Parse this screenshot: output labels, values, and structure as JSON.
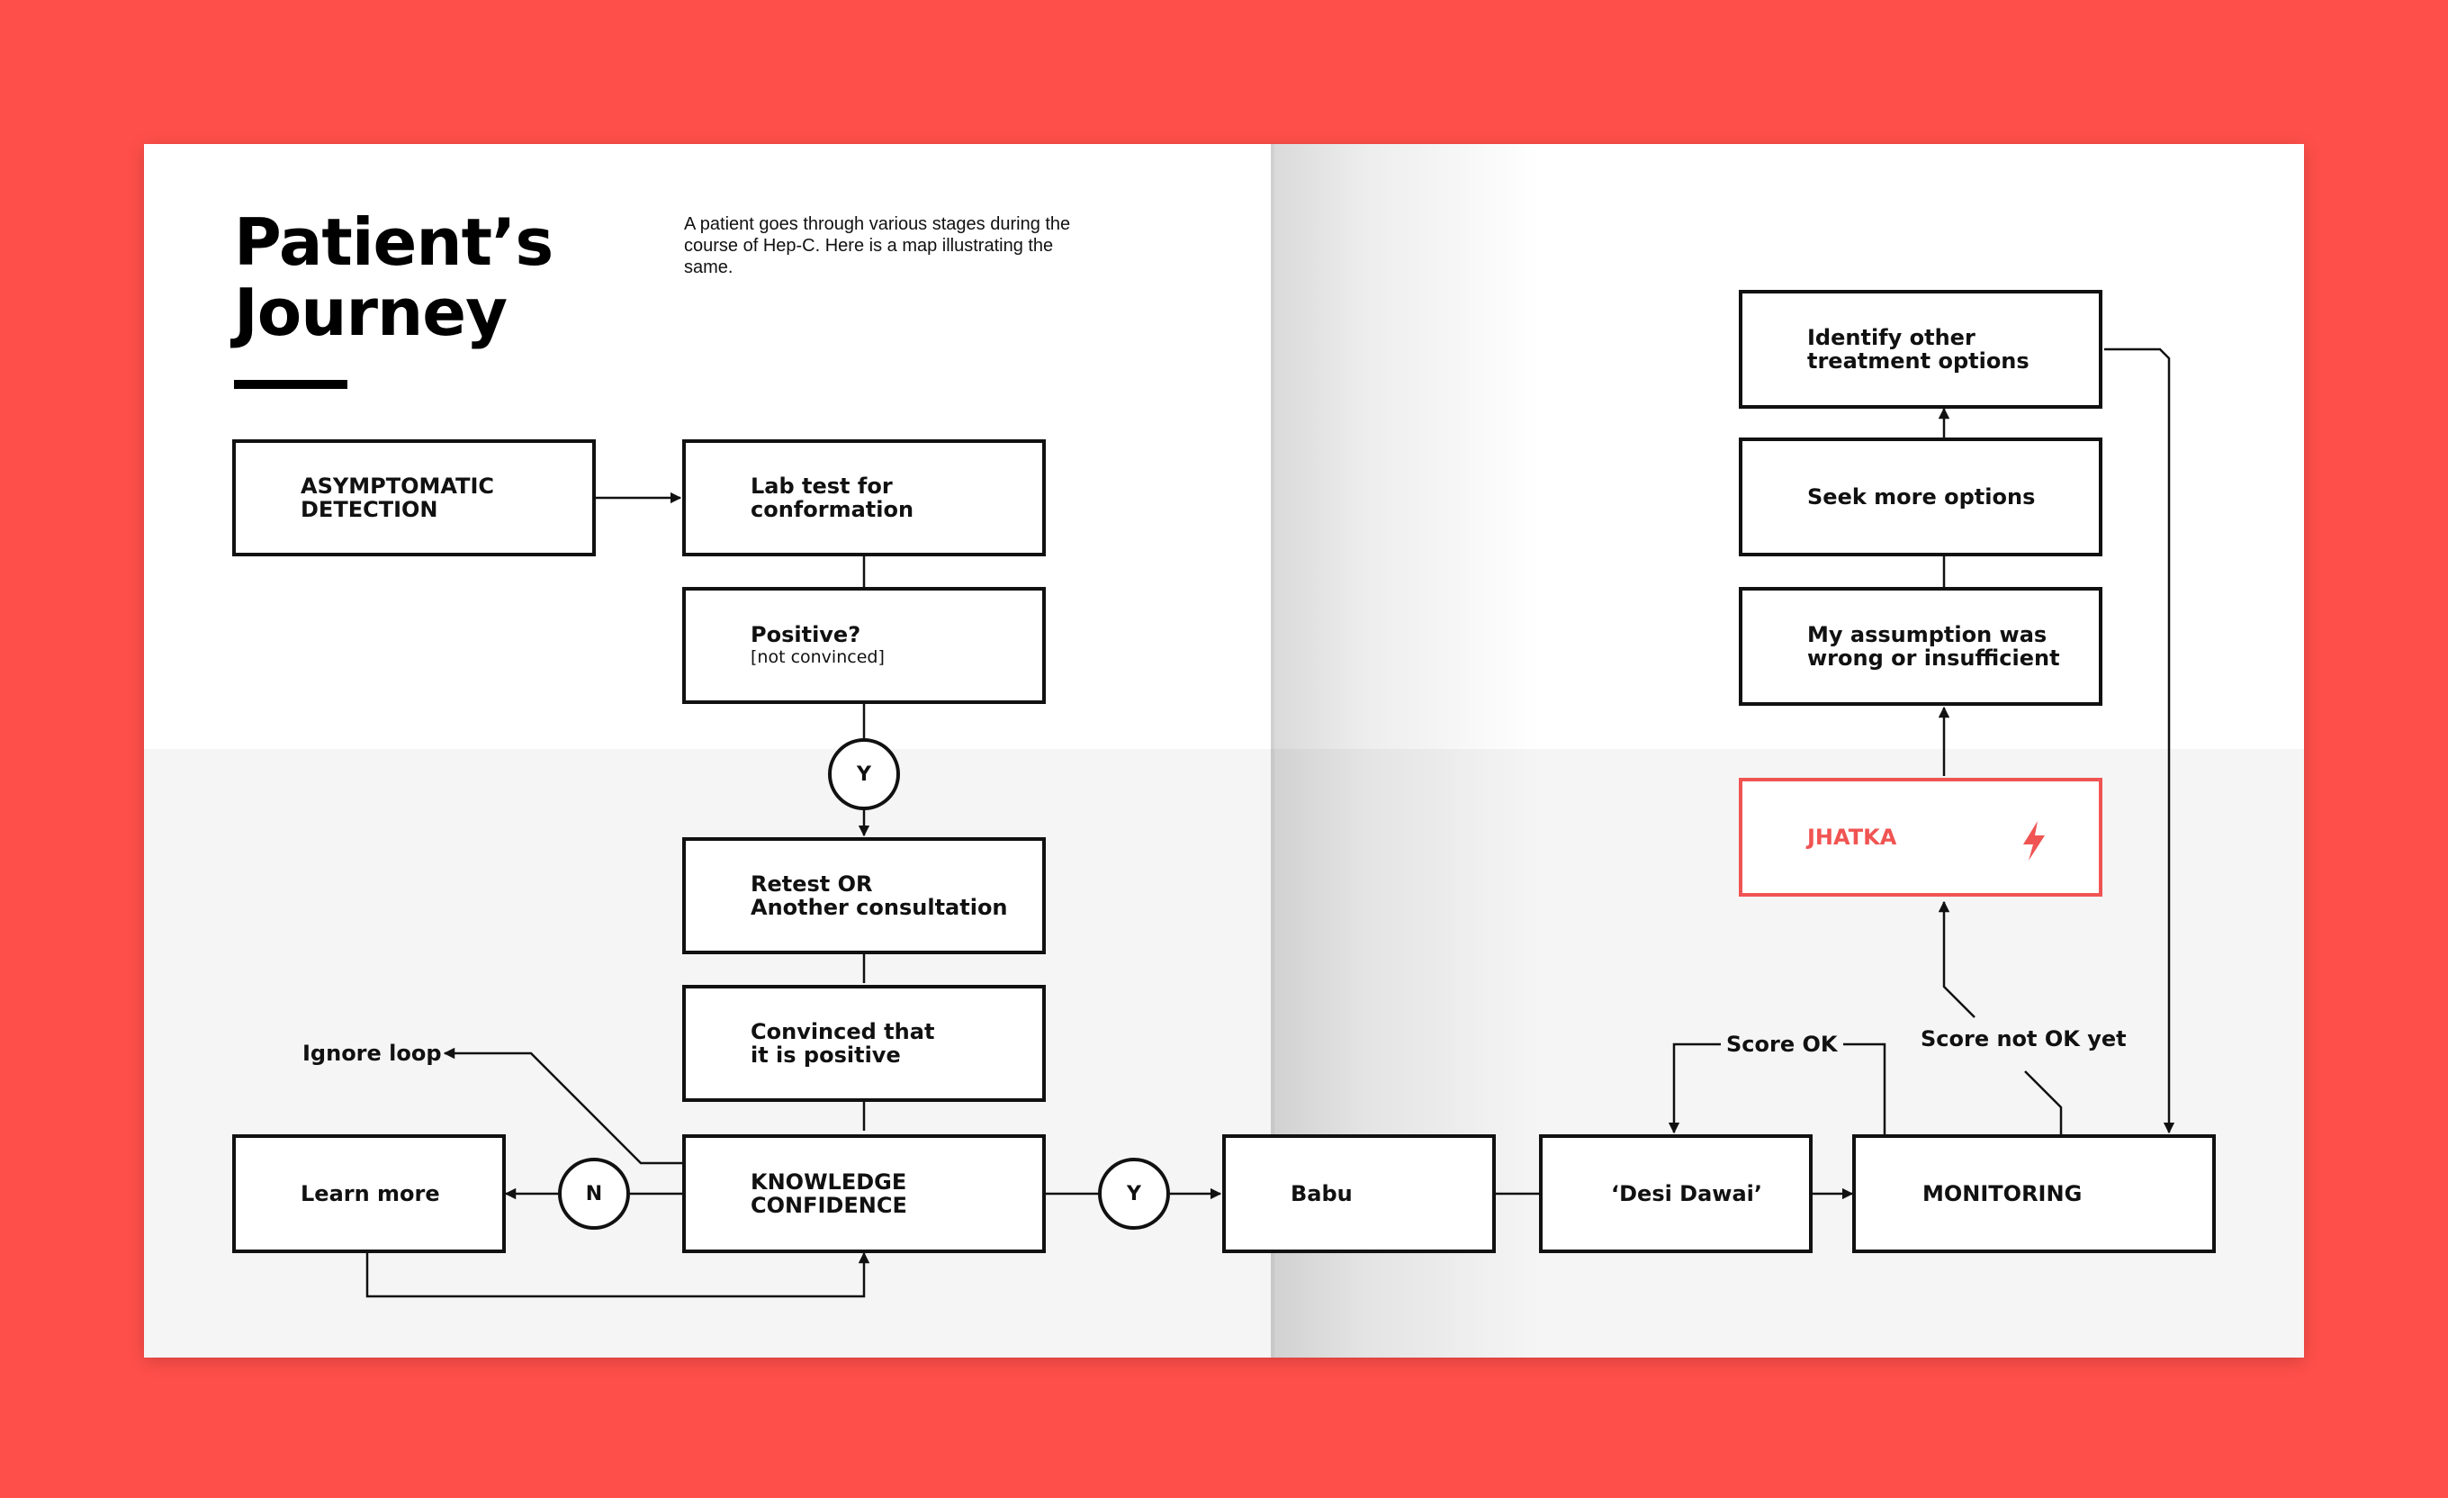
{
  "page": {
    "title_line1": "Patient’s",
    "title_line2": "Journey",
    "intro": "A patient goes through various stages during the course of Hep-C. Here is a map illustrating the same.",
    "accent_color": "#f05452",
    "background_color": "#ff4f4a"
  },
  "nodes": {
    "asymptomatic_detection": {
      "line1": "ASYMPTOMATIC",
      "line2": "DETECTION"
    },
    "lab_test": {
      "line1": "Lab test for",
      "line2": "conformation"
    },
    "positive": {
      "line1": "Positive?",
      "sub": "[not convinced]"
    },
    "retest": {
      "line1": "Retest OR",
      "line2": "Another consultation"
    },
    "convinced": {
      "line1": "Convinced that",
      "line2": "it is positive"
    },
    "knowledge_confidence": {
      "line1": "KNOWLEDGE",
      "line2": "CONFIDENCE"
    },
    "learn_more": {
      "label": "Learn more"
    },
    "babu": {
      "label": "Babu"
    },
    "desi_dawai": {
      "label": "‘Desi Dawai’"
    },
    "monitoring": {
      "label": "MONITORING"
    },
    "jhatka": {
      "label": "JHATKA",
      "icon": "lightning-bolt-icon"
    },
    "assumption_wrong": {
      "line1": "My assumption was",
      "line2": "wrong or insufficient"
    },
    "seek_more": {
      "label": "Seek more options"
    },
    "identify_other": {
      "line1": "Identify other",
      "line2": "treatment options"
    }
  },
  "decisions": {
    "positive_yes": "Y",
    "knowledge_no": "N",
    "knowledge_yes": "Y"
  },
  "edge_labels": {
    "ignore_loop": "Ignore loop",
    "score_ok": "Score OK",
    "score_not_ok": "Score not OK yet"
  }
}
